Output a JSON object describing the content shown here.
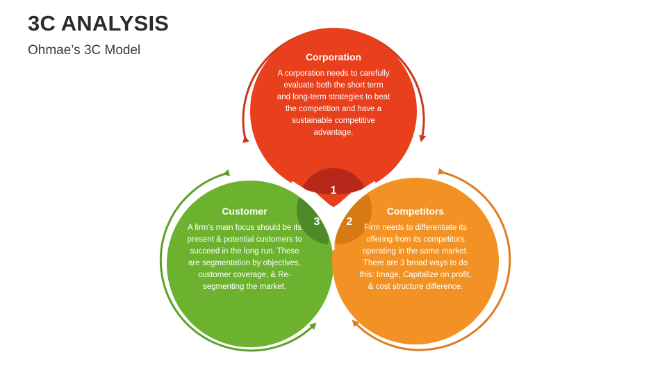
{
  "header": {
    "title": "3C ANALYSIS",
    "subtitle": "Ohmae’s 3C Model"
  },
  "colors": {
    "corporation": "#e8401c",
    "competitors": "#f39224",
    "customer": "#6cb22e",
    "corporation_arrow": "#c8361d",
    "competitors_arrow": "#dd7c1e",
    "customer_arrow": "#5e9e2a"
  },
  "segments": [
    {
      "number": "1",
      "heading": "Corporation",
      "text": "A corporation needs to carefully evaluate both the short term and long-term strategies to beat the competition and have a sustainable competitive advantage."
    },
    {
      "number": "2",
      "heading": "Competitors",
      "text": "Firm needs to differentiate its offering from its competitors operating in the same market. There are 3 broad ways to do this: Image, Capitalize on profit, & cost structure difference."
    },
    {
      "number": "3",
      "heading": "Customer",
      "text": "A firm’s main focus should be its present & potential customers to succeed in the long run. These are segmentation by objectives, customer coverage, & Re-segmenting the market."
    }
  ]
}
